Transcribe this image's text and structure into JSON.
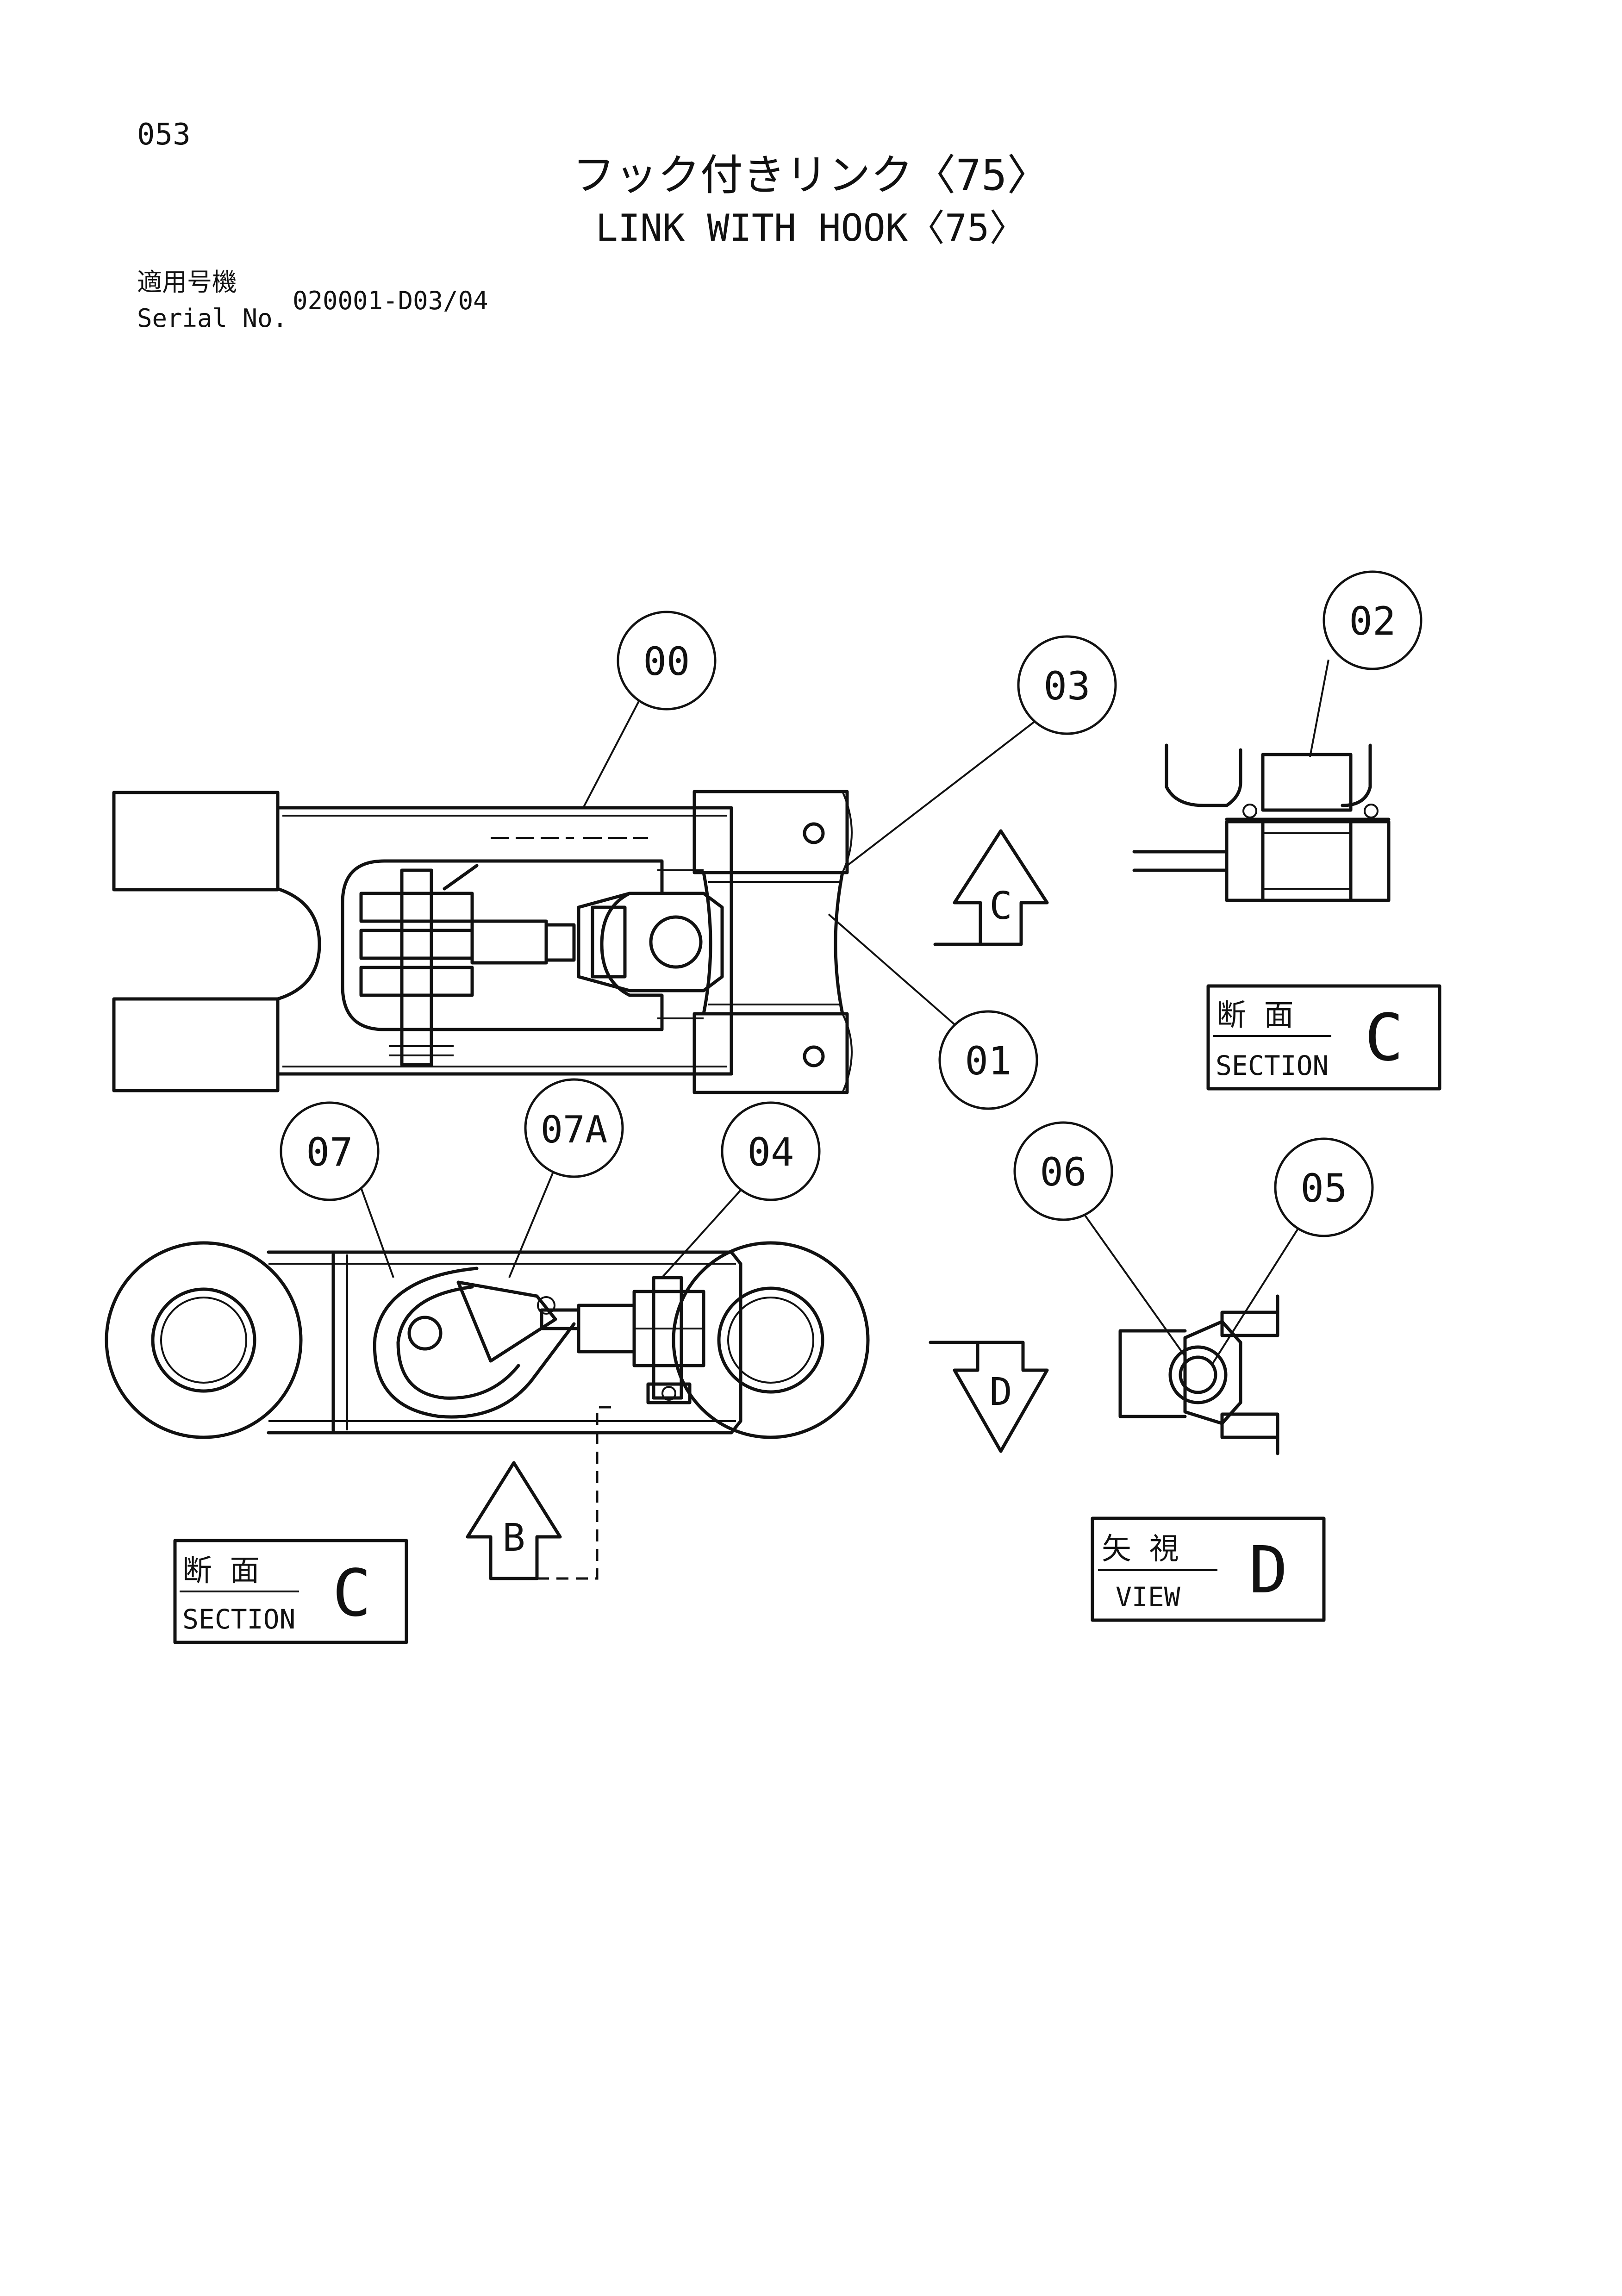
{
  "header": {
    "page_number": "053",
    "title_jp": "フック付きリンク〈75〉",
    "title_en": "LINK WITH HOOK〈75〉",
    "serial_label_jp": "適用号機",
    "serial_label_en": "Serial No.",
    "serial_value": "020001-D03/04"
  },
  "callouts": {
    "c00": "00",
    "c01": "01",
    "c02": "02",
    "c03": "03",
    "c04": "04",
    "c05": "05",
    "c06": "06",
    "c07": "07",
    "c07a": "07A"
  },
  "arrows": {
    "view_c": "C",
    "view_d": "D",
    "view_b": "B"
  },
  "labels": {
    "section_c_right": {
      "jp": "断 面",
      "en": "SECTION",
      "letter": "C"
    },
    "section_c_left": {
      "jp": "断 面",
      "en": "SECTION",
      "letter": "C"
    },
    "view_d": {
      "jp": "矢 視",
      "en": "VIEW",
      "letter": "D"
    }
  }
}
